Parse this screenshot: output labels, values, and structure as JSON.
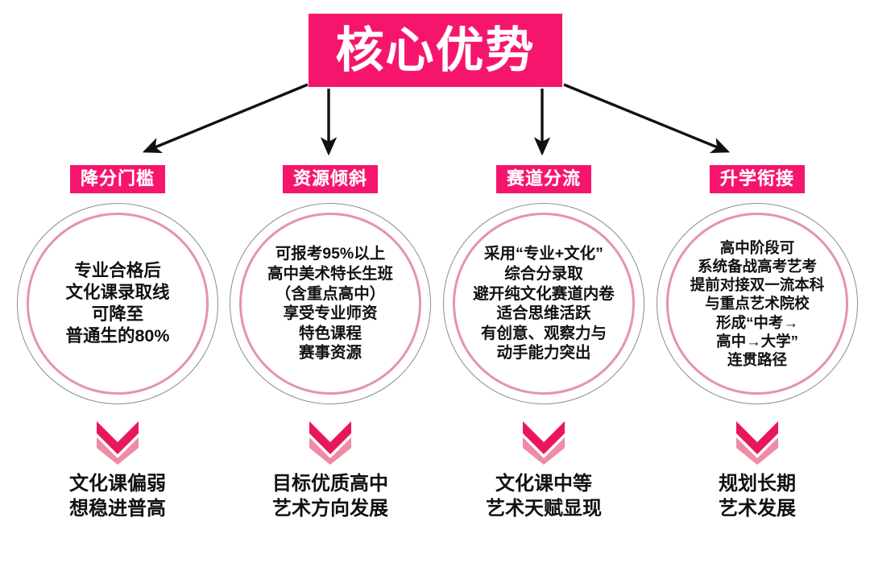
{
  "title": {
    "text": "核心优势",
    "bg_color": "#F5156D",
    "text_color": "#FFFFFF"
  },
  "colors": {
    "accent_pink": "#F5156D",
    "ring_pink": "#E494AB",
    "ring_gray": "#8D8D8D",
    "chevron_dark": "#E8175C",
    "chevron_light": "#EF8BA4",
    "arrow_black": "#111111",
    "text_dark": "#111111",
    "background": "#FFFFFF"
  },
  "branches": [
    {
      "label": "降分门槛",
      "circle_lines": [
        "专业合格后",
        "文化课录取线",
        "可降至",
        "普通生的80%"
      ],
      "outcome_lines": [
        "文化课偏弱",
        "想稳进普高"
      ]
    },
    {
      "label": "资源倾斜",
      "circle_lines": [
        "可报考95%以上",
        "高中美术特长生班",
        "（含重点高中）",
        "享受专业师资",
        "特色课程",
        "赛事资源"
      ],
      "outcome_lines": [
        "目标优质高中",
        "艺术方向发展"
      ]
    },
    {
      "label": "赛道分流",
      "circle_lines": [
        "采用“专业+文化”",
        "综合分录取",
        "避开纯文化赛道内卷",
        "适合思维活跃",
        "有创意、观察力与",
        "动手能力突出"
      ],
      "outcome_lines": [
        "文化课中等",
        "艺术天赋显现"
      ]
    },
    {
      "label": "升学衔接",
      "circle_lines": [
        "高中阶段可",
        "系统备战高考艺考",
        "提前对接双一流本科",
        "与重点艺术院校",
        "形成“中考→",
        "高中→大学”",
        "连贯路径"
      ],
      "outcome_lines": [
        "规划长期",
        "艺术发展"
      ]
    }
  ],
  "icons": {
    "chevron": "double-chevron-down-icon",
    "connector": "arrow-icon"
  }
}
